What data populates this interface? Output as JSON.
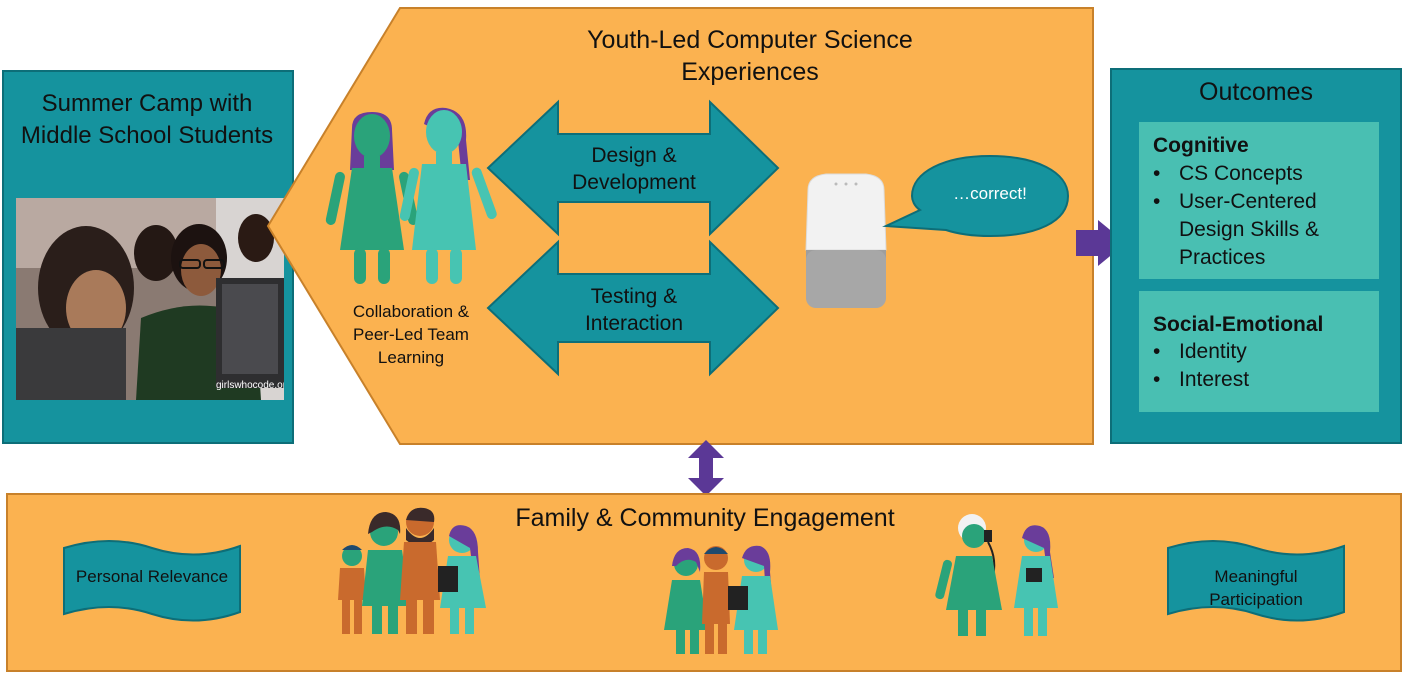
{
  "colors": {
    "orange": "#fbb250",
    "orange_border": "#c8812a",
    "teal": "#15939e",
    "teal_border": "#0d6e78",
    "light_teal": "#49bfb2",
    "purple": "#5b3896",
    "green_figure": "#2aa37a",
    "aqua_figure": "#47c4b2",
    "rust_figure": "#c96a2d",
    "hair_purple": "#6a3d9a"
  },
  "left_panel": {
    "title": "Summer Camp with Middle School Students",
    "photo_watermark": "girlswhocode.org"
  },
  "center_panel": {
    "title": "Youth-Led Computer Science Experiences",
    "collab_label": "Collaboration & Peer-Led Team Learning",
    "arrow_top_label": "Design & Development",
    "arrow_bottom_label": "Testing & Interaction",
    "speech_bubble": "…correct!"
  },
  "outcomes": {
    "title": "Outcomes",
    "cognitive": {
      "heading": "Cognitive",
      "items": [
        "CS Concepts",
        "User-Centered Design Skills & Practices"
      ]
    },
    "social_emotional": {
      "heading": "Social-Emotional",
      "items": [
        "Identity",
        "Interest"
      ]
    }
  },
  "bottom_panel": {
    "title": "Family & Community Engagement",
    "banner_left": "Personal Relevance",
    "banner_right": "Meaningful Participation"
  },
  "icons": {
    "speaker": "smart-speaker-icon",
    "double_arrow": "double-arrow-icon",
    "right_arrow": "right-arrow-icon",
    "vertical_arrow": "vertical-double-arrow-icon"
  }
}
